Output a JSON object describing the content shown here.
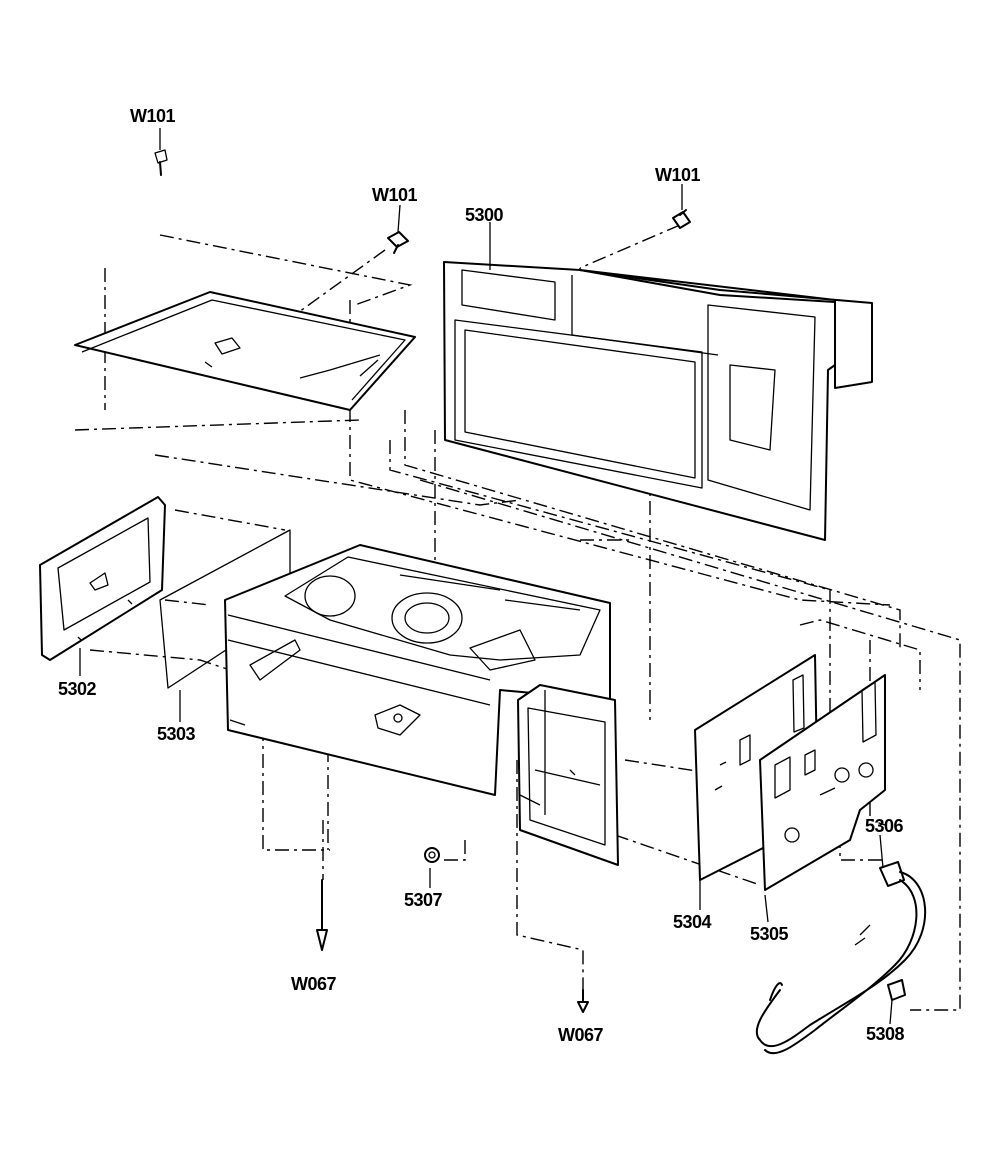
{
  "diagram": {
    "labels": {
      "w101_a": "W101",
      "w101_b": "W101",
      "w101_c": "W101",
      "p5300": "5300",
      "p5302": "5302",
      "p5303": "5303",
      "p5304": "5304",
      "p5305": "5305",
      "p5306": "5306",
      "p5307": "5307",
      "p5308": "5308",
      "w067_a": "W067",
      "w067_b": "W067"
    }
  }
}
